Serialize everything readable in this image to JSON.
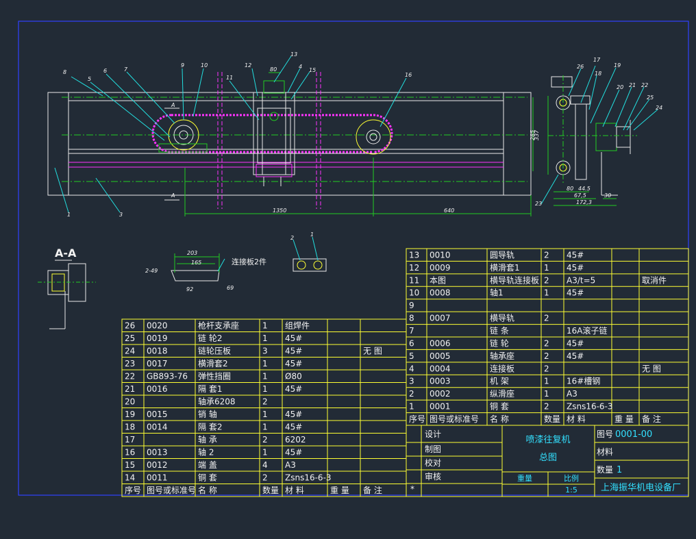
{
  "colors": {
    "background": "#222b36",
    "frame": "#3040ff",
    "table_lines": "#ffff33",
    "drawing_white": "#e9e9e9",
    "drawing_green": "#22cc22",
    "drawing_magenta": "#ff33ff",
    "title_text": "#33e0ff"
  },
  "drawing": {
    "section_label": "A-A",
    "section_mark": "A",
    "connector_note": "连接板2件",
    "balloons": [
      "1",
      "2",
      "3",
      "4",
      "5",
      "6",
      "7",
      "8",
      "9",
      "10",
      "11",
      "12",
      "13",
      "15",
      "16",
      "17",
      "18",
      "19",
      "20",
      "21",
      "22",
      "23",
      "24",
      "25",
      "26"
    ],
    "small_view_balloons": [
      "2",
      "1"
    ],
    "dimensions": {
      "d1350": "1350",
      "d640": "640",
      "d80": "80",
      "d285": "285",
      "d337": "337",
      "d80b": "80",
      "d44_5": "44.5",
      "d67_5": "67,5",
      "d172_3": "172,3",
      "d30": "30",
      "d203": "203",
      "d165": "165",
      "d2_49": "2-49",
      "d92": "92",
      "d69": "69"
    }
  },
  "bom_left": {
    "header": [
      "序号",
      "图号或标准号",
      "名  称",
      "数量",
      "材 料",
      "重 量",
      "备 注"
    ],
    "rows": [
      [
        "26",
        "0020",
        "枪杆支承座",
        "1",
        "组焊件",
        "",
        ""
      ],
      [
        "25",
        "0019",
        "链 轮2",
        "1",
        "45#",
        "",
        ""
      ],
      [
        "24",
        "0018",
        "链轮压板",
        "3",
        "45#",
        "",
        "无 图"
      ],
      [
        "23",
        "0017",
        "横滑套2",
        "1",
        "45#",
        "",
        ""
      ],
      [
        "22",
        "GB893-76",
        "弹性挡圈",
        "1",
        "Ø80",
        "",
        ""
      ],
      [
        "21",
        "0016",
        "隔 套1",
        "1",
        "45#",
        "",
        ""
      ],
      [
        "20",
        "",
        "轴承6208",
        "2",
        "",
        "",
        ""
      ],
      [
        "19",
        "0015",
        "销 轴",
        "1",
        "45#",
        "",
        ""
      ],
      [
        "18",
        "0014",
        "隔 套2",
        "1",
        "45#",
        "",
        ""
      ],
      [
        "17",
        "",
        "轴 承",
        "2",
        "6202",
        "",
        ""
      ],
      [
        "16",
        "0013",
        "轴 2",
        "1",
        "45#",
        "",
        ""
      ],
      [
        "15",
        "0012",
        "端 盖",
        "4",
        "A3",
        "",
        ""
      ],
      [
        "14",
        "0011",
        "铜 套",
        "2",
        "Zsns16-6-3",
        "",
        ""
      ]
    ]
  },
  "bom_right": {
    "header": [
      "序号",
      "图号或标准号",
      "名  称",
      "数量",
      "材 料",
      "重 量",
      "备 注"
    ],
    "rows": [
      [
        "13",
        "0010",
        "圆导轨",
        "2",
        "45#",
        "",
        ""
      ],
      [
        "12",
        "0009",
        "横滑套1",
        "1",
        "45#",
        "",
        ""
      ],
      [
        "11",
        "本图",
        "横导轨连接板",
        "2",
        "A3/t=5",
        "",
        "取消件"
      ],
      [
        "10",
        "0008",
        "轴1",
        "1",
        "45#",
        "",
        ""
      ],
      [
        "9",
        "",
        "",
        "",
        "",
        "",
        ""
      ],
      [
        "8",
        "0007",
        "横导轨",
        "2",
        "",
        "",
        ""
      ],
      [
        "7",
        "",
        "链 条",
        "",
        "16A滚子链",
        "",
        ""
      ],
      [
        "6",
        "0006",
        "链 轮",
        "2",
        "45#",
        "",
        ""
      ],
      [
        "5",
        "0005",
        "轴承座",
        "2",
        "45#",
        "",
        ""
      ],
      [
        "4",
        "0004",
        "连接板",
        "2",
        "",
        "",
        "无 图"
      ],
      [
        "3",
        "0003",
        "机 架",
        "1",
        "16#槽钢",
        "",
        ""
      ],
      [
        "2",
        "0002",
        "纵滑座",
        "1",
        "A3",
        "",
        ""
      ],
      [
        "1",
        "0001",
        "铜 套",
        "2",
        "Zsns16-6-3",
        "",
        ""
      ]
    ]
  },
  "title_block": {
    "roles": [
      "设计",
      "制图",
      "校对",
      "审核"
    ],
    "product_name": "喷漆往复机",
    "drawing_name": "总图",
    "weight_label": "重量",
    "scale_label": "比例",
    "scale_value": "1:5",
    "drawing_no_label": "图号",
    "drawing_no": "0001-00",
    "material_label": "材料",
    "quantity_label": "数量",
    "quantity": "1",
    "company": "上海振华机电设备厂",
    "asterisk": "*"
  }
}
